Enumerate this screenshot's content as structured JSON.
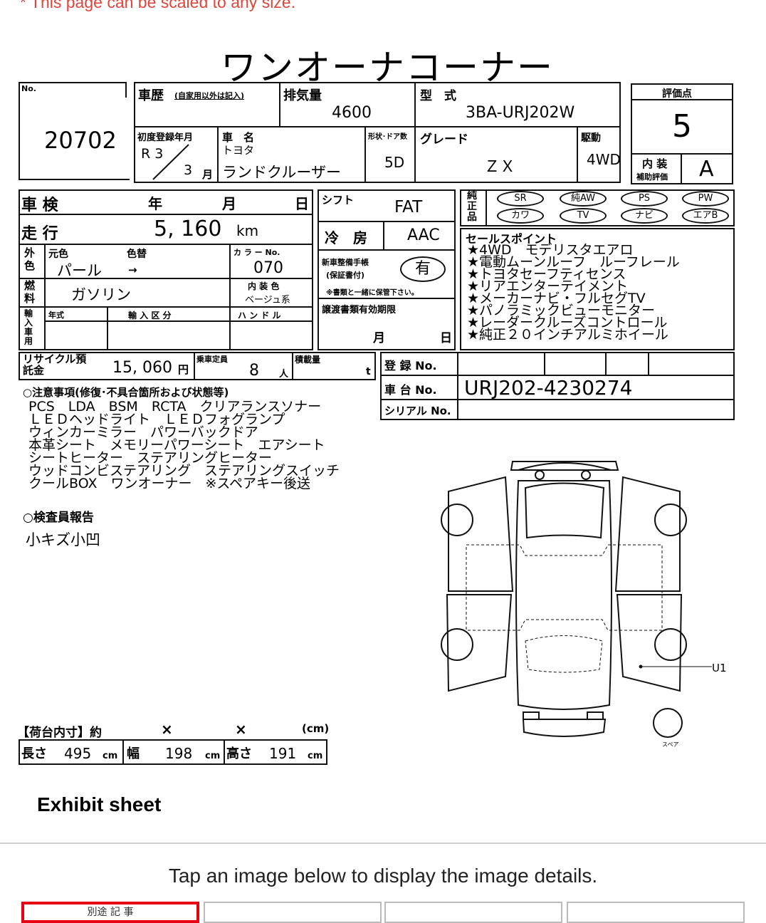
{
  "note": "* This page can be scaled to any size.",
  "sheet": {
    "title": "ワンオーナコーナー",
    "no_label": "No.",
    "lot_number": "20702",
    "history_label": "車歴",
    "history_sub": "(自家用以外は記入)",
    "displacement_label": "排気量",
    "displacement": "4600",
    "model_label": "型　式",
    "model_code": "3BA-URJ202W",
    "score_label": "評価点",
    "score": "5",
    "first_reg_label": "初度登録年月",
    "first_reg_era": "R 3",
    "first_reg_month": "3",
    "month_unit": "月",
    "car_name_label": "車　名",
    "maker": "トヨタ",
    "car_name": "ランドクルーザー",
    "door_label": "形状･ドア数",
    "doors": "5D",
    "grade_label": "グレード",
    "grade": "ＺＸ",
    "drive_label": "駆動",
    "drive": "4WD",
    "interior_label": "内 装",
    "interior_sub": "補助評価",
    "interior_grade": "A",
    "inspection_label": "車 検",
    "year_unit": "年",
    "day_unit": "日",
    "shift_label": "シフト",
    "shift": "FAT",
    "equipment_label": "純正品",
    "equipment_row1": [
      "SR",
      "純AW",
      "PS",
      "PW"
    ],
    "equipment_row2": [
      "カワ",
      "TV",
      "ナビ",
      "エアB"
    ],
    "mileage_label": "走 行",
    "mileage": "5, 160",
    "mileage_unit": "km",
    "ac_label": "冷　房",
    "ac": "AAC",
    "sales_points_label": "セールスポイント",
    "sales_points": [
      "★4WD　モデリスタエアロ",
      "★電動ムーンルーフ　ルーフレール",
      "★トヨタセーフティセンス",
      "★リアエンターテイメント",
      "★メーカーナビ・フルセグTV",
      "★パノラミックビューモニター",
      "★レーダークルーズコントロール",
      "★純正２０インチアルミホイール"
    ],
    "exterior_label": "外色",
    "orig_color_label": "元色",
    "repaint_label": "色替",
    "color": "パール",
    "arrow": "→",
    "color_no_label": "カ ラ ー No.",
    "color_no": "070",
    "maintenance_label": "新車整備手帳",
    "maintenance_sub": "(保証書付)",
    "maintenance": "有",
    "maintenance_note": "※書類と一緒に保管下さい。",
    "fuel_label": "燃料",
    "fuel": "ガソリン",
    "interior_color_label": "内 装 色",
    "interior_color": "ベージュ系",
    "import_label": "輸入車用",
    "model_year_label": "年式",
    "import_type_label": "輸 入 区 分",
    "handle_label": "ハ ン ド ル",
    "transfer_label": "譲渡書類有効期限",
    "recycle_label": "リサイクル預託金",
    "recycle": "15, 060",
    "yen": "円",
    "capacity_label": "乗車定員",
    "capacity": "8",
    "person_unit": "人",
    "load_label": "積載量",
    "load_unit": "t",
    "reg_no_label": "登 録 No.",
    "chassis_label": "車 台 No.",
    "chassis": "URJ202-4230274",
    "serial_label": "シリアル No.",
    "notes_label": "○注意事項(修復･不具合箇所および状態等)",
    "notes": [
      "PCS　LDA　BSM　RCTA　クリアランスソナー",
      "ＬＥＤヘッドライト　ＬＥＤフォグランプ",
      "ウィンカーミラー　パワーバックドア",
      "本革シート　メモリーパワーシート　エアシート",
      "シートヒーター　ステアリングヒーター",
      "ウッドコンビステアリング　ステアリングスイッチ",
      "クールBOX　ワンオーナー　※スペアキー後送"
    ],
    "inspector_label": "○検査員報告",
    "inspector": "小キズ小凹",
    "damage_mark": "U1",
    "spare_label": "スペア",
    "cargo_label": "【荷台内寸】約",
    "times": "×",
    "cm_paren": "(cm)",
    "length_label": "長さ",
    "length": "495",
    "width_label": "幅",
    "width": "198",
    "height_label": "高さ",
    "height": "191",
    "cm": "cm"
  },
  "caption": "Exhibit sheet",
  "instruction": "Tap an image below to display the image details.",
  "thumbnails": [
    "別途 記 事",
    "",
    "",
    ""
  ]
}
